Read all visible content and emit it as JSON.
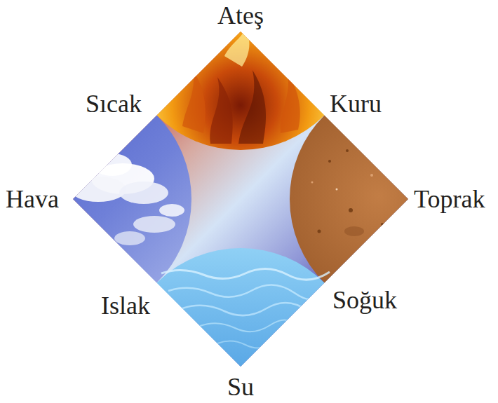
{
  "diagram": {
    "labels": [
      "Ateş",
      "Sıcak",
      "Kuru",
      "Hava",
      "Toprak",
      "Islak",
      "Soğuk",
      "Su"
    ]
  }
}
